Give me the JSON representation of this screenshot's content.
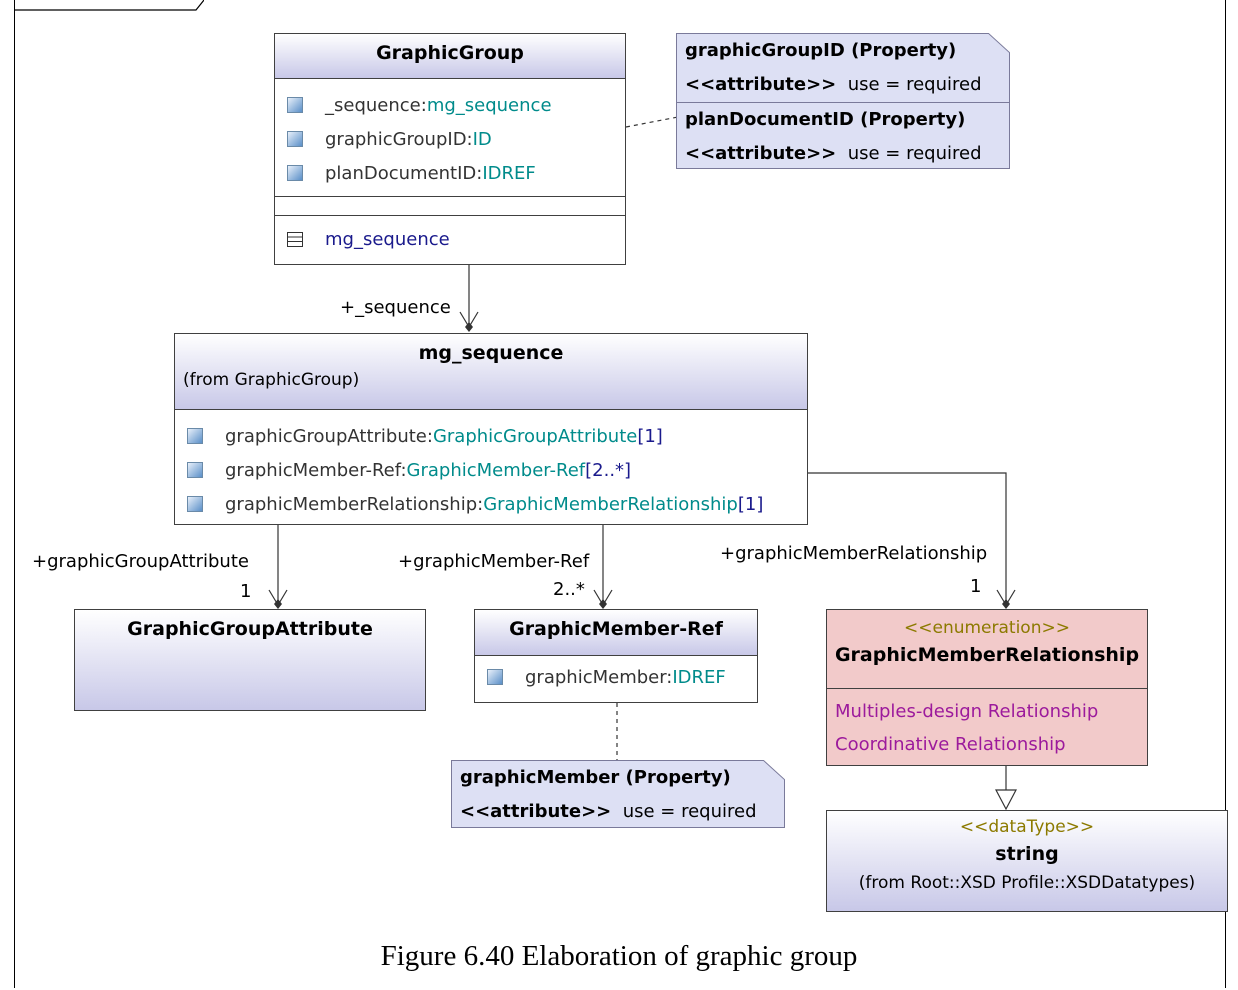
{
  "diagram": {
    "classes": {
      "graphic_group": {
        "name": "GraphicGroup",
        "attributes": [
          {
            "name": "_sequence:",
            "type": "mg_sequence",
            "mult": ""
          },
          {
            "name": "graphicGroupID:",
            "type": "ID",
            "mult": ""
          },
          {
            "name": "planDocumentID:",
            "type": "IDREF",
            "mult": ""
          }
        ],
        "nested": "mg_sequence"
      },
      "mg_sequence": {
        "name": "mg_sequence",
        "from": "(from GraphicGroup)",
        "attributes": [
          {
            "name": "graphicGroupAttribute:",
            "type": "GraphicGroupAttribute",
            "mult": "[1]"
          },
          {
            "name": "graphicMember-Ref:",
            "type": "GraphicMember-Ref",
            "mult": "[2..*]"
          },
          {
            "name": "graphicMemberRelationship:",
            "type": "GraphicMemberRelationship",
            "mult": "[1]"
          }
        ]
      },
      "graphic_group_attribute": {
        "name": "GraphicGroupAttribute"
      },
      "graphic_member_ref": {
        "name": "GraphicMember-Ref",
        "attributes": [
          {
            "name": "graphicMember:",
            "type": "IDREF",
            "mult": ""
          }
        ]
      },
      "graphic_member_relationship": {
        "stereotype": "<<enumeration>>",
        "name": "GraphicMemberRelationship",
        "literals": [
          "Multiples-design Relationship",
          "Coordinative Relationship"
        ]
      },
      "string_type": {
        "stereotype": "<<dataType>>",
        "name": "string",
        "from": "(from Root::XSD Profile::XSDDatatypes)"
      }
    },
    "notes": {
      "group_note": {
        "rows": [
          {
            "title": "graphicGroupID (Property)",
            "stereo": "<<attribute>>",
            "value": "use = required"
          },
          {
            "title": "planDocumentID (Property)",
            "stereo": "<<attribute>>",
            "value": "use = required"
          }
        ]
      },
      "member_note": {
        "rows": [
          {
            "title": "graphicMember (Property)",
            "stereo": "<<attribute>>",
            "value": "use = required"
          }
        ]
      }
    },
    "roles": {
      "sequence": "+_sequence",
      "group_attribute": "+graphicGroupAttribute",
      "group_attribute_mult": "1",
      "member_ref": "+graphicMember-Ref",
      "member_ref_mult": "2..*",
      "member_relationship": "+graphicMemberRelationship",
      "member_relationship_mult": "1"
    },
    "caption": "Figure 6.40 Elaboration of graphic group"
  },
  "colors": {
    "type_text": "#008b8b",
    "multiplicity": "#1a1a8c",
    "enum_fill": "#f2caca",
    "enum_literal": "#9c1a9c",
    "stereotype": "#8c7a00",
    "note_fill": "#dde0f4"
  },
  "icons": {
    "attribute": "attribute-icon",
    "nested_class": "nested-class-icon"
  }
}
